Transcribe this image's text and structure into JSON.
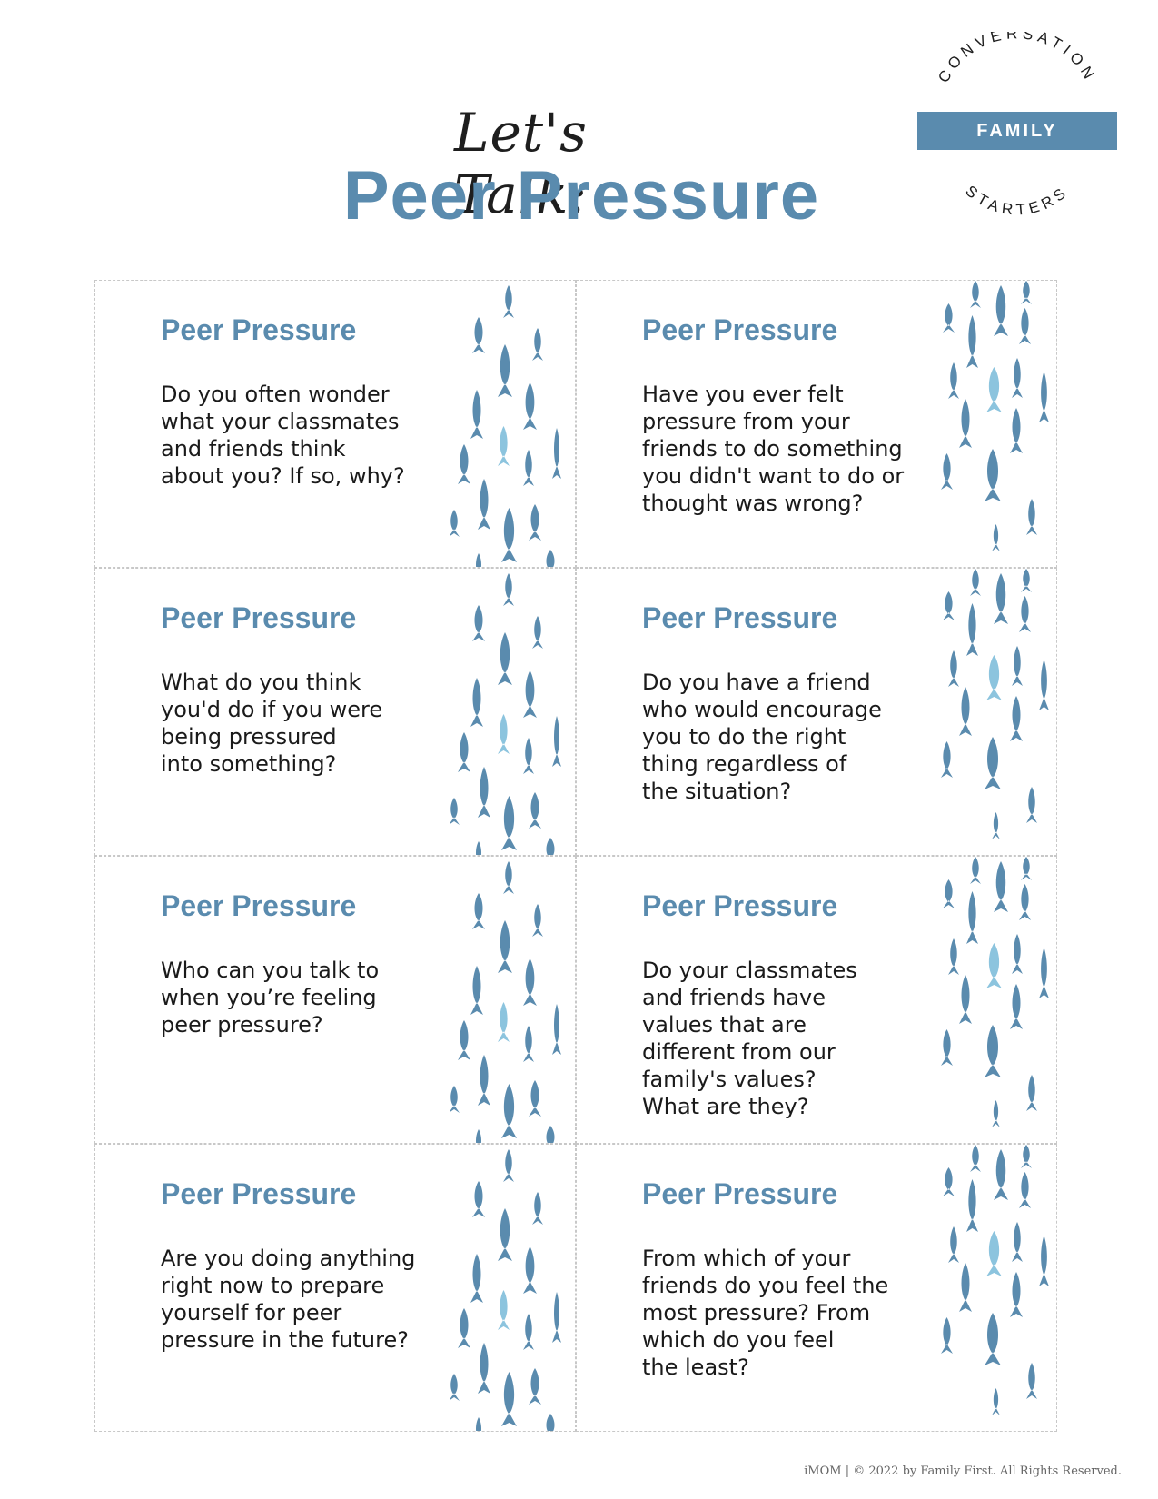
{
  "header": {
    "script_title": "Let's Talk:",
    "title": "Peer Pressure"
  },
  "badge": {
    "top_text": "CONVERSATION",
    "band_text": "FAMILY",
    "bottom_text": "STARTERS",
    "color": "#5a8bae"
  },
  "cards": [
    {
      "title": "Peer Pressure",
      "text": "Do you often wonder\nwhat your classmates\nand friends think\nabout you? If so, why?"
    },
    {
      "title": "Peer Pressure",
      "text": "Have you ever felt\npressure from your\nfriends to do something\nyou didn't want to do or\nthought was wrong?"
    },
    {
      "title": "Peer Pressure",
      "text": "What do you think\nyou'd do if you were\nbeing pressured\ninto something?"
    },
    {
      "title": "Peer Pressure",
      "text": "Do you have a friend\nwho would encourage\nyou to do the right\nthing regardless of\nthe situation?"
    },
    {
      "title": "Peer Pressure",
      "text": "Who can you talk to\nwhen you’re feeling\npeer pressure?"
    },
    {
      "title": "Peer Pressure",
      "text": "Do your classmates\nand friends have\nvalues that are\ndifferent from our\nfamily's values?\nWhat are they?"
    },
    {
      "title": "Peer Pressure",
      "text": "Are you doing anything\nright now to prepare\nyourself for peer\npressure in the future?"
    },
    {
      "title": "Peer Pressure",
      "text": "From which of your\nfriends do you feel the\nmost pressure? From\nwhich do you feel\nthe least?"
    }
  ],
  "decor": {
    "icon": "fish-school-icon",
    "fish_color": "#5a8bae",
    "highlight_fish_color": "#8cc4de"
  },
  "footer": {
    "text": "iMOM | © 2022 by Family First. All Rights Reserved."
  }
}
